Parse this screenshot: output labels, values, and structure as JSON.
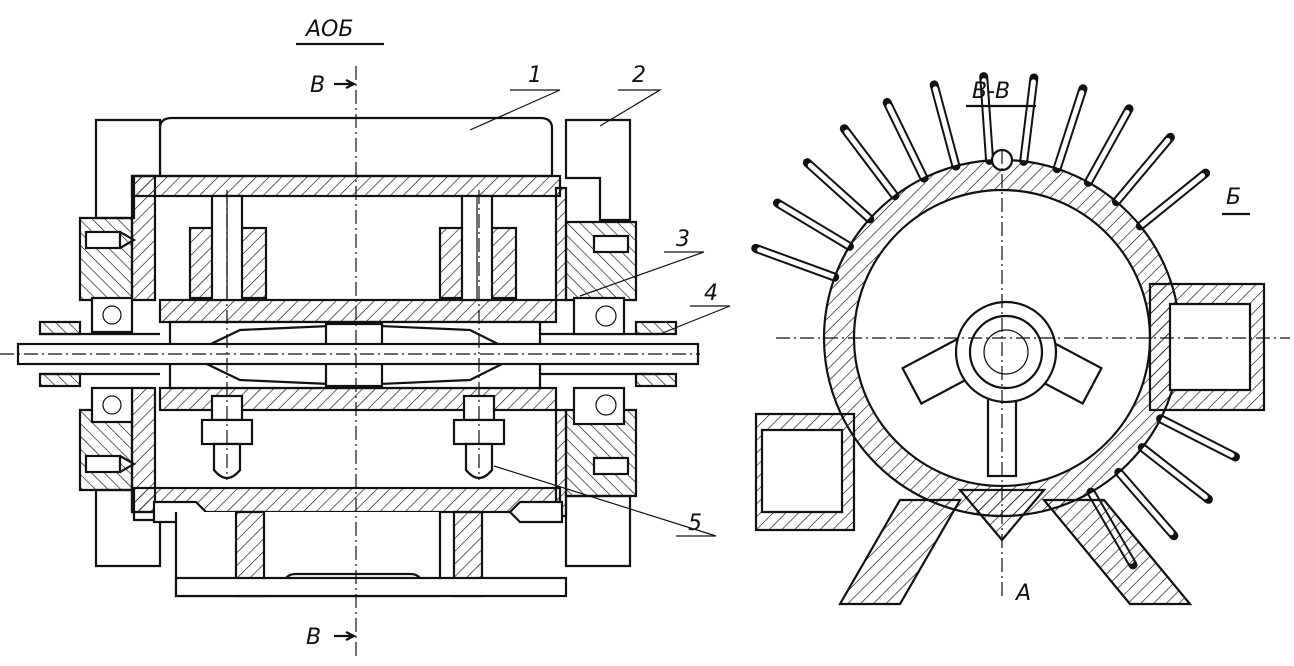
{
  "titles": {
    "main_view": "АОБ",
    "section_view": "В-В"
  },
  "section_marks": {
    "top": "В",
    "bottom": "В",
    "axis_a": "А",
    "arrow_b": "Б"
  },
  "callouts": [
    "1",
    "2",
    "3",
    "4",
    "5"
  ]
}
